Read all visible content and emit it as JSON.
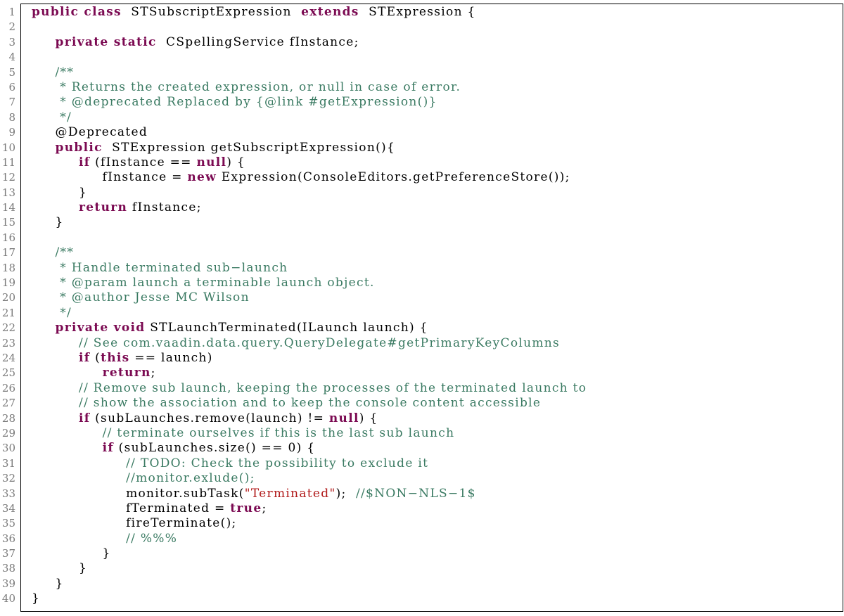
{
  "document": {
    "language": "java",
    "lines": [
      {
        "n": "1",
        "tokens": [
          [
            "kw",
            "public class"
          ],
          [
            "",
            "  STSubscriptExpression  "
          ],
          [
            "kw",
            "extends"
          ],
          [
            "",
            "  STExpression {"
          ]
        ]
      },
      {
        "n": "2",
        "tokens": []
      },
      {
        "n": "3",
        "tokens": [
          [
            "",
            "     "
          ],
          [
            "kw",
            "private static"
          ],
          [
            "",
            "  CSpellingService fInstance;"
          ]
        ]
      },
      {
        "n": "4",
        "tokens": []
      },
      {
        "n": "5",
        "tokens": [
          [
            "cm",
            "     /**"
          ]
        ]
      },
      {
        "n": "6",
        "tokens": [
          [
            "cm",
            "      * Returns the created expression, or null in case of error."
          ]
        ]
      },
      {
        "n": "7",
        "tokens": [
          [
            "cm",
            "      * @deprecated Replaced by {@link #getExpression()}"
          ]
        ]
      },
      {
        "n": "8",
        "tokens": [
          [
            "cm",
            "      */"
          ]
        ]
      },
      {
        "n": "9",
        "tokens": [
          [
            "",
            "     @Deprecated"
          ]
        ]
      },
      {
        "n": "10",
        "tokens": [
          [
            "",
            "     "
          ],
          [
            "kw",
            "public"
          ],
          [
            "",
            "  STExpression getSubscriptExpression(){"
          ]
        ]
      },
      {
        "n": "11",
        "tokens": [
          [
            "",
            "          "
          ],
          [
            "kw",
            "if"
          ],
          [
            "",
            " (fInstance == "
          ],
          [
            "kw",
            "null"
          ],
          [
            "",
            ") {"
          ]
        ]
      },
      {
        "n": "12",
        "tokens": [
          [
            "",
            "               fInstance = "
          ],
          [
            "kw",
            "new"
          ],
          [
            "",
            " Expression(ConsoleEditors.getPreferenceStore());"
          ]
        ]
      },
      {
        "n": "13",
        "tokens": [
          [
            "",
            "          }"
          ]
        ]
      },
      {
        "n": "14",
        "tokens": [
          [
            "",
            "          "
          ],
          [
            "kw",
            "return"
          ],
          [
            "",
            " fInstance;"
          ]
        ]
      },
      {
        "n": "15",
        "tokens": [
          [
            "",
            "     }"
          ]
        ]
      },
      {
        "n": "16",
        "tokens": []
      },
      {
        "n": "17",
        "tokens": [
          [
            "cm",
            "     /**"
          ]
        ]
      },
      {
        "n": "18",
        "tokens": [
          [
            "cm",
            "      * Handle terminated sub−launch"
          ]
        ]
      },
      {
        "n": "19",
        "tokens": [
          [
            "cm",
            "      * @param launch a terminable launch object."
          ]
        ]
      },
      {
        "n": "20",
        "tokens": [
          [
            "cm",
            "      * @author Jesse MC Wilson"
          ]
        ]
      },
      {
        "n": "21",
        "tokens": [
          [
            "cm",
            "      */"
          ]
        ]
      },
      {
        "n": "22",
        "tokens": [
          [
            "",
            "     "
          ],
          [
            "kw",
            "private void"
          ],
          [
            "",
            " STLaunchTerminated(ILaunch launch) {"
          ]
        ]
      },
      {
        "n": "23",
        "tokens": [
          [
            "",
            "          "
          ],
          [
            "cm",
            "// See com.vaadin.data.query.QueryDelegate#getPrimaryKeyColumns"
          ]
        ]
      },
      {
        "n": "24",
        "tokens": [
          [
            "",
            "          "
          ],
          [
            "kw",
            "if"
          ],
          [
            "",
            " ("
          ],
          [
            "kw",
            "this"
          ],
          [
            "",
            " == launch)"
          ]
        ]
      },
      {
        "n": "25",
        "tokens": [
          [
            "",
            "               "
          ],
          [
            "kw",
            "return"
          ],
          [
            "",
            ";"
          ]
        ]
      },
      {
        "n": "26",
        "tokens": [
          [
            "",
            "          "
          ],
          [
            "cm",
            "// Remove sub launch, keeping the processes of the terminated launch to"
          ]
        ]
      },
      {
        "n": "27",
        "tokens": [
          [
            "",
            "          "
          ],
          [
            "cm",
            "// show the association and to keep the console content accessible"
          ]
        ]
      },
      {
        "n": "28",
        "tokens": [
          [
            "",
            "          "
          ],
          [
            "kw",
            "if"
          ],
          [
            "",
            " (subLaunches.remove(launch) != "
          ],
          [
            "kw",
            "null"
          ],
          [
            "",
            ") {"
          ]
        ]
      },
      {
        "n": "29",
        "tokens": [
          [
            "",
            "               "
          ],
          [
            "cm",
            "// terminate ourselves if this is the last sub launch"
          ]
        ]
      },
      {
        "n": "30",
        "tokens": [
          [
            "",
            "               "
          ],
          [
            "kw",
            "if"
          ],
          [
            "",
            " (subLaunches.size() == 0) {"
          ]
        ]
      },
      {
        "n": "31",
        "tokens": [
          [
            "",
            "                    "
          ],
          [
            "cm",
            "// TODO: Check the possibility to exclude it"
          ]
        ]
      },
      {
        "n": "32",
        "tokens": [
          [
            "",
            "                    "
          ],
          [
            "cm",
            "//monitor.exlude();"
          ]
        ]
      },
      {
        "n": "33",
        "tokens": [
          [
            "",
            "                    monitor.subTask("
          ],
          [
            "st",
            "\"Terminated\""
          ],
          [
            "",
            ");  "
          ],
          [
            "cm",
            "//$NON−NLS−1$"
          ]
        ]
      },
      {
        "n": "34",
        "tokens": [
          [
            "",
            "                    fTerminated = "
          ],
          [
            "kw",
            "true"
          ],
          [
            "",
            ";"
          ]
        ]
      },
      {
        "n": "35",
        "tokens": [
          [
            "",
            "                    fireTerminate();"
          ]
        ]
      },
      {
        "n": "36",
        "tokens": [
          [
            "",
            "                    "
          ],
          [
            "cm",
            "// %%%"
          ]
        ]
      },
      {
        "n": "37",
        "tokens": [
          [
            "",
            "               }"
          ]
        ]
      },
      {
        "n": "38",
        "tokens": [
          [
            "",
            "          }"
          ]
        ]
      },
      {
        "n": "39",
        "tokens": [
          [
            "",
            "     }"
          ]
        ]
      },
      {
        "n": "40",
        "tokens": [
          [
            "",
            "}"
          ]
        ]
      }
    ]
  }
}
